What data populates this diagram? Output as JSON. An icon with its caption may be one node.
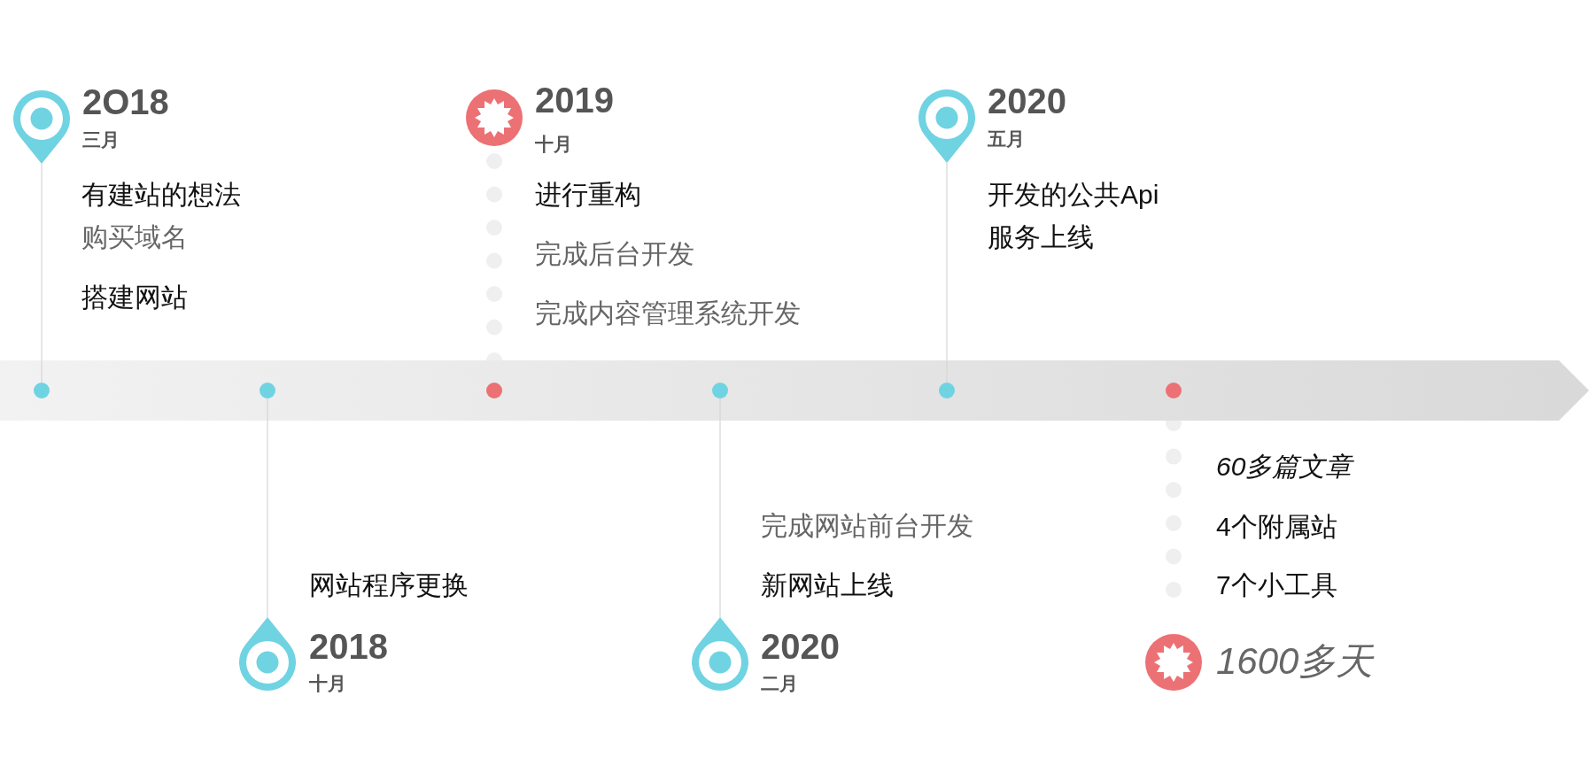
{
  "diagram": {
    "nodes": [
      {
        "text": [
          "2O18",
          "三月"
        ],
        "beside": [
          "有建站的想法",
          "购买域名",
          "搭建网站"
        ]
      },
      {
        "text": [
          "2019",
          "十月"
        ],
        "beside": [
          "进行重构",
          "完成后台开发",
          "完成内容管理系统开发"
        ]
      },
      {
        "text": [
          "2020",
          "五月"
        ],
        "beside": [
          "开发的公共Api服务上线"
        ]
      },
      {
        "text": [],
        "shape": "circle"
      },
      {
        "text": [],
        "shape": "circle"
      },
      {
        "text": [],
        "shape": "circle"
      },
      {
        "text": [],
        "shape": "circle"
      },
      {
        "text": [],
        "shape": "circle"
      },
      {
        "text": [],
        "shape": "circle"
      },
      {
        "text": [
          "2018",
          "十月"
        ],
        "beside": [
          "网站程序更换"
        ]
      },
      {
        "text": [
          "2020",
          "二月"
        ],
        "beside": [
          "完成网站前台开发",
          "新网站上线"
        ]
      },
      {
        "text": [
          "1600多天"
        ],
        "beside": [
          "60多篇文章",
          "4个附属站",
          "7个小工具"
        ]
      }
    ],
    "edges": [
      {
        "from": 0,
        "to": 3,
        "arrow": "none"
      },
      {
        "from": 1,
        "to": 5,
        "arrow": "none",
        "style": "dashed"
      },
      {
        "from": 2,
        "to": 7,
        "arrow": "none"
      },
      {
        "from": 4,
        "to": 9,
        "arrow": "none"
      },
      {
        "from": 6,
        "to": 10,
        "arrow": "none"
      },
      {
        "from": 8,
        "to": 11,
        "arrow": "none",
        "style": "dashed"
      }
    ]
  }
}
